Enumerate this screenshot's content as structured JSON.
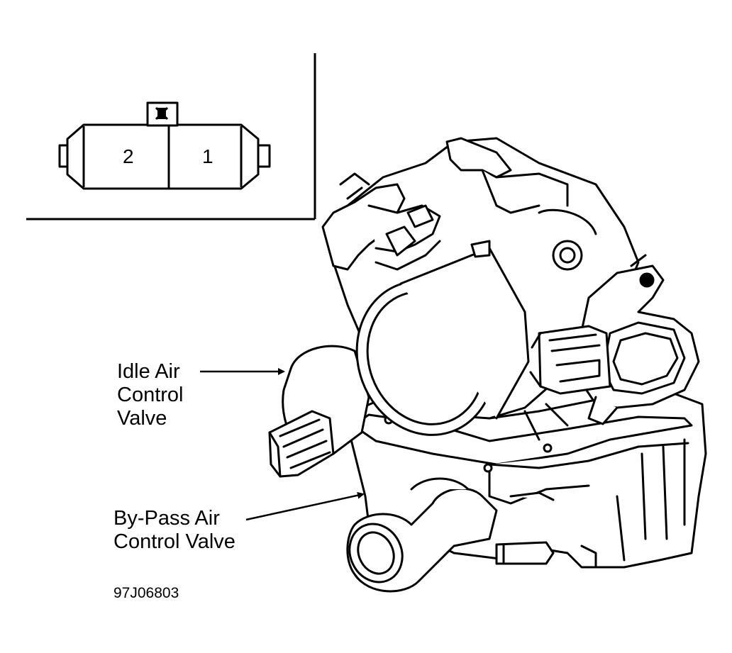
{
  "connector_inset": {
    "pins": [
      "2",
      "1"
    ]
  },
  "callouts": {
    "idle_air_control_valve": {
      "lines": [
        "Idle Air",
        "Control",
        "Valve"
      ]
    },
    "bypass_air_control_valve": {
      "lines": [
        "By-Pass Air",
        "Control Valve"
      ]
    }
  },
  "figure_id": "97J06803",
  "colors": {
    "ink": "#000000",
    "paper": "#ffffff"
  }
}
